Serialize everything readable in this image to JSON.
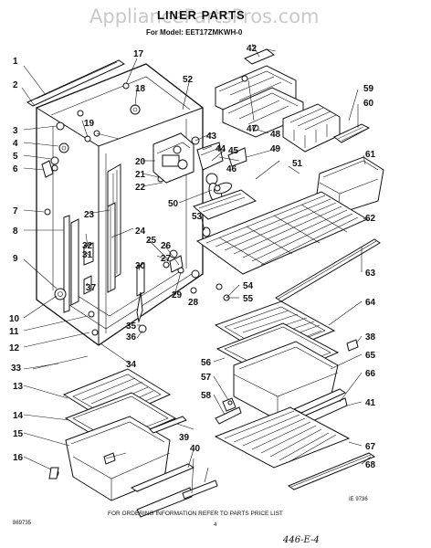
{
  "header": {
    "watermark": "AppliancePartsPros.com",
    "title": "LINER PARTS",
    "subtitle": "For Model: EET17ZMKWH-0"
  },
  "footer": {
    "note": "FOR ORDERING INFORMATION REFER TO PARTS PRICE LIST",
    "code_left": "869735",
    "page_number": "4",
    "code_right": "IE 9736",
    "handwritten": "446-E-4"
  },
  "callouts": [
    "1",
    "2",
    "3",
    "4",
    "5",
    "6",
    "7",
    "8",
    "9",
    "10",
    "11",
    "12",
    "13",
    "14",
    "15",
    "16",
    "17",
    "18",
    "19",
    "20",
    "21",
    "22",
    "23",
    "24",
    "25",
    "26",
    "27",
    "28",
    "29",
    "30",
    "31",
    "32",
    "33",
    "34",
    "35",
    "36",
    "37",
    "38",
    "39",
    "40",
    "41",
    "42",
    "43",
    "44",
    "45",
    "46",
    "47",
    "48",
    "49",
    "50",
    "51",
    "52",
    "53",
    "54",
    "55",
    "56",
    "57",
    "58",
    "59",
    "60",
    "61",
    "62",
    "63",
    "64",
    "65",
    "66",
    "67",
    "68"
  ]
}
